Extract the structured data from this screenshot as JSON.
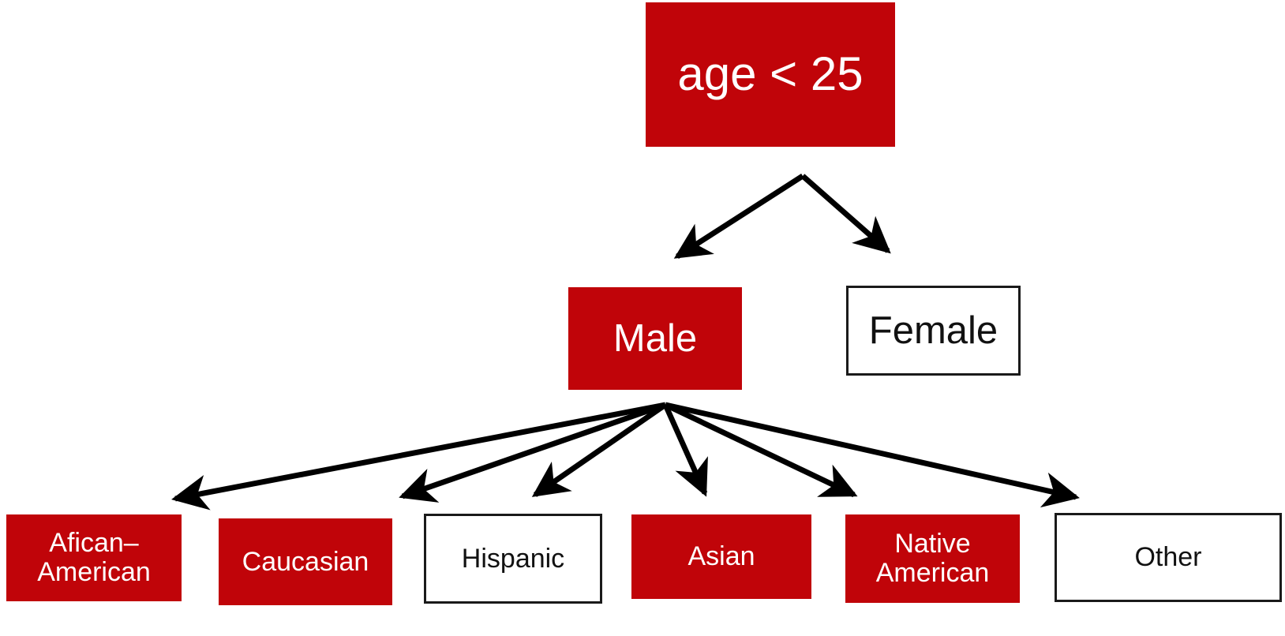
{
  "diagram": {
    "type": "decision-tree",
    "title": "age < 25 decision tree",
    "colors": {
      "highlight_fill": "#C00409",
      "highlight_text": "#FFFFFF",
      "plain_fill": "#FFFFFF",
      "plain_text": "#111111",
      "border": "#1A1A1A",
      "edge": "#000000",
      "background": "#FFFFFF"
    },
    "levels": [
      {
        "name": "root",
        "nodes": [
          {
            "id": "root",
            "label": "age < 25",
            "style": "filled"
          }
        ]
      },
      {
        "name": "gender",
        "nodes": [
          {
            "id": "male",
            "label": "Male",
            "style": "filled"
          },
          {
            "id": "female",
            "label": "Female",
            "style": "outlined"
          }
        ]
      },
      {
        "name": "race",
        "nodes": [
          {
            "id": "african-american",
            "label": "Afican–\nAmerican",
            "style": "filled"
          },
          {
            "id": "caucasian",
            "label": "Caucasian",
            "style": "filled"
          },
          {
            "id": "hispanic",
            "label": "Hispanic",
            "style": "outlined"
          },
          {
            "id": "asian",
            "label": "Asian",
            "style": "filled"
          },
          {
            "id": "native-american",
            "label": "Native\nAmerican",
            "style": "filled"
          },
          {
            "id": "other",
            "label": "Other",
            "style": "outlined"
          }
        ]
      }
    ],
    "edges": [
      {
        "from": "root",
        "to": "male"
      },
      {
        "from": "root",
        "to": "female"
      },
      {
        "from": "male",
        "to": "african-american"
      },
      {
        "from": "male",
        "to": "caucasian"
      },
      {
        "from": "male",
        "to": "hispanic"
      },
      {
        "from": "male",
        "to": "asian"
      },
      {
        "from": "male",
        "to": "native-american"
      },
      {
        "from": "male",
        "to": "other"
      }
    ]
  }
}
